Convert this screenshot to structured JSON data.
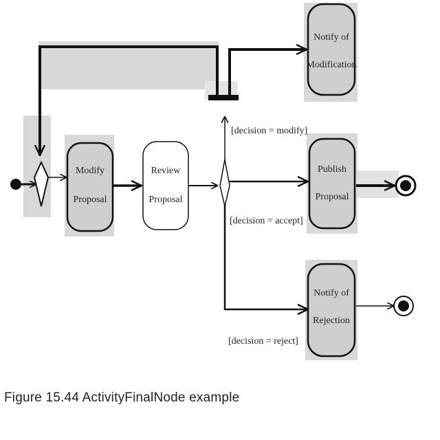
{
  "diagram": {
    "nodes": {
      "modify_proposal": [
        "Modify",
        "Proposal"
      ],
      "review_proposal": [
        "Review",
        "Proposal"
      ],
      "notify_modification": [
        "Notify of",
        "Modification"
      ],
      "publish_proposal": [
        "Publish",
        "Proposal"
      ],
      "notify_rejection": [
        "Notify of",
        "Rejection"
      ]
    },
    "guards": {
      "modify": "[decision = modify]",
      "accept": "[decision = accept]",
      "reject": "[decision = reject]"
    }
  },
  "caption": "Figure 15.44  ActivityFinalNode example",
  "colors": {
    "node_fill_shaded": "#cfcfcf",
    "node_fill_plain": "#ffffff",
    "highlight": "#d6d6d6",
    "ink": "#111111"
  }
}
